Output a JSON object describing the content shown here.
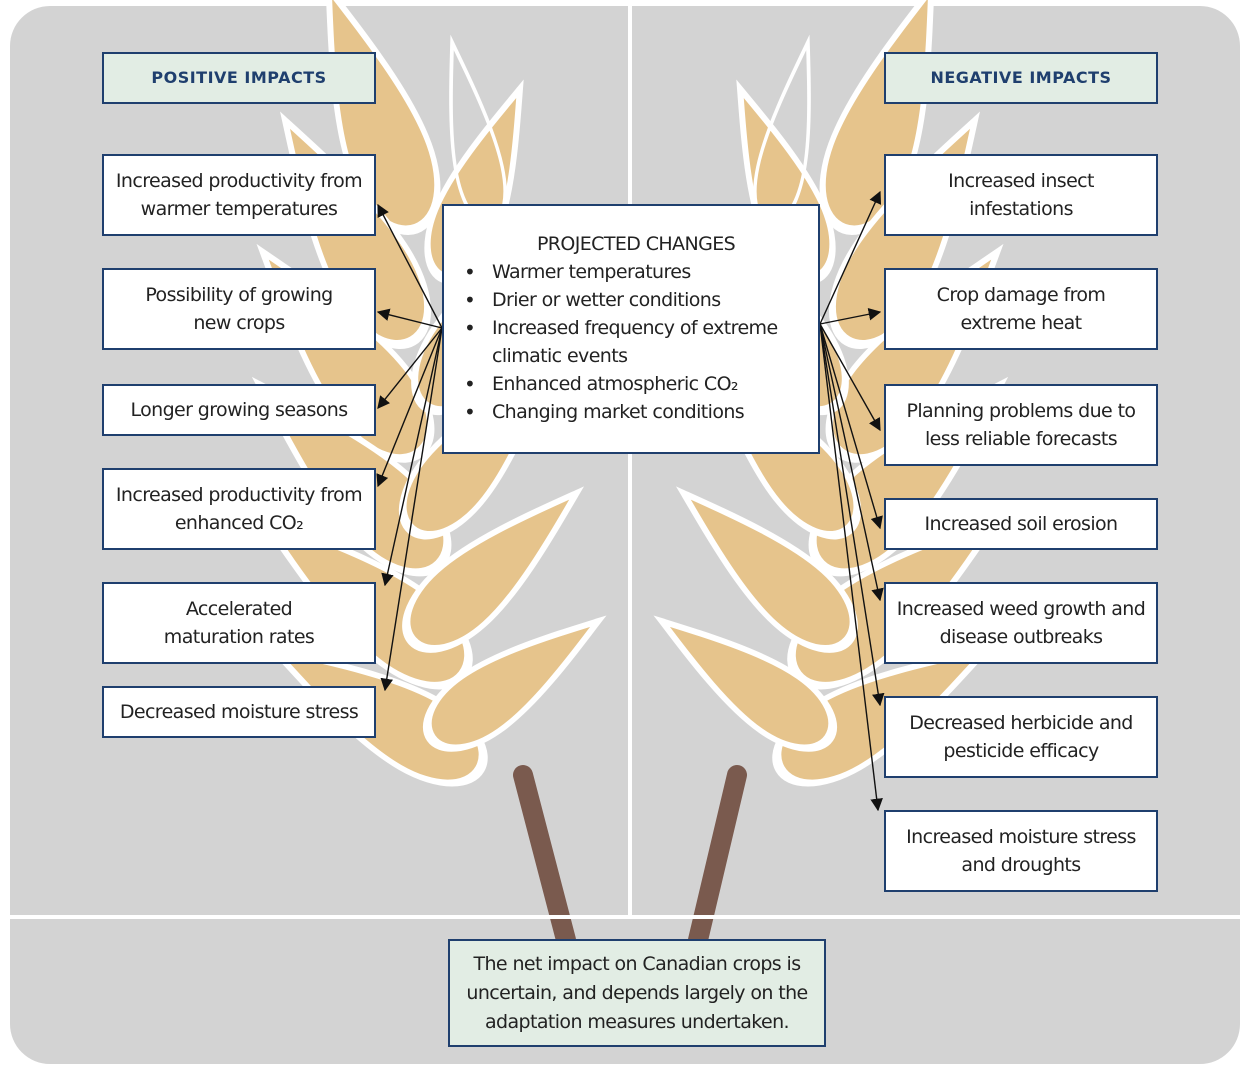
{
  "positive_header": "POSITIVE IMPACTS",
  "negative_header": "NEGATIVE IMPACTS",
  "positive_impacts": [
    "Increased productivity from warmer temperatures",
    "Possibility of growing new crops",
    "Longer growing seasons",
    "Increased productivity from enhanced CO₂",
    "Accelerated maturation rates",
    "Decreased moisture stress"
  ],
  "negative_impacts": [
    "Increased insect infestations",
    "Crop damage from extreme heat",
    "Planning problems due to less reliable forecasts",
    "Increased soil erosion",
    "Increased weed growth and disease outbreaks",
    "Decreased herbicide and pesticide efficacy",
    "Increased moisture stress and droughts"
  ],
  "projected_changes": {
    "title": "PROJECTED CHANGES",
    "items": [
      "Warmer temperatures",
      "Drier or wetter conditions",
      "Increased frequency of extreme climatic events",
      "Enhanced atmospheric CO₂",
      "Changing market conditions"
    ]
  },
  "net_impact": "The net impact on Canadian crops is uncertain, and depends largely on the adaptation measures undertaken.",
  "colors": {
    "panel": "#d3d3d3",
    "grain": "#e6c48c",
    "stem": "#7a5a4e",
    "box_border": "#1f3f6e",
    "header_fill": "#e2ede4"
  }
}
